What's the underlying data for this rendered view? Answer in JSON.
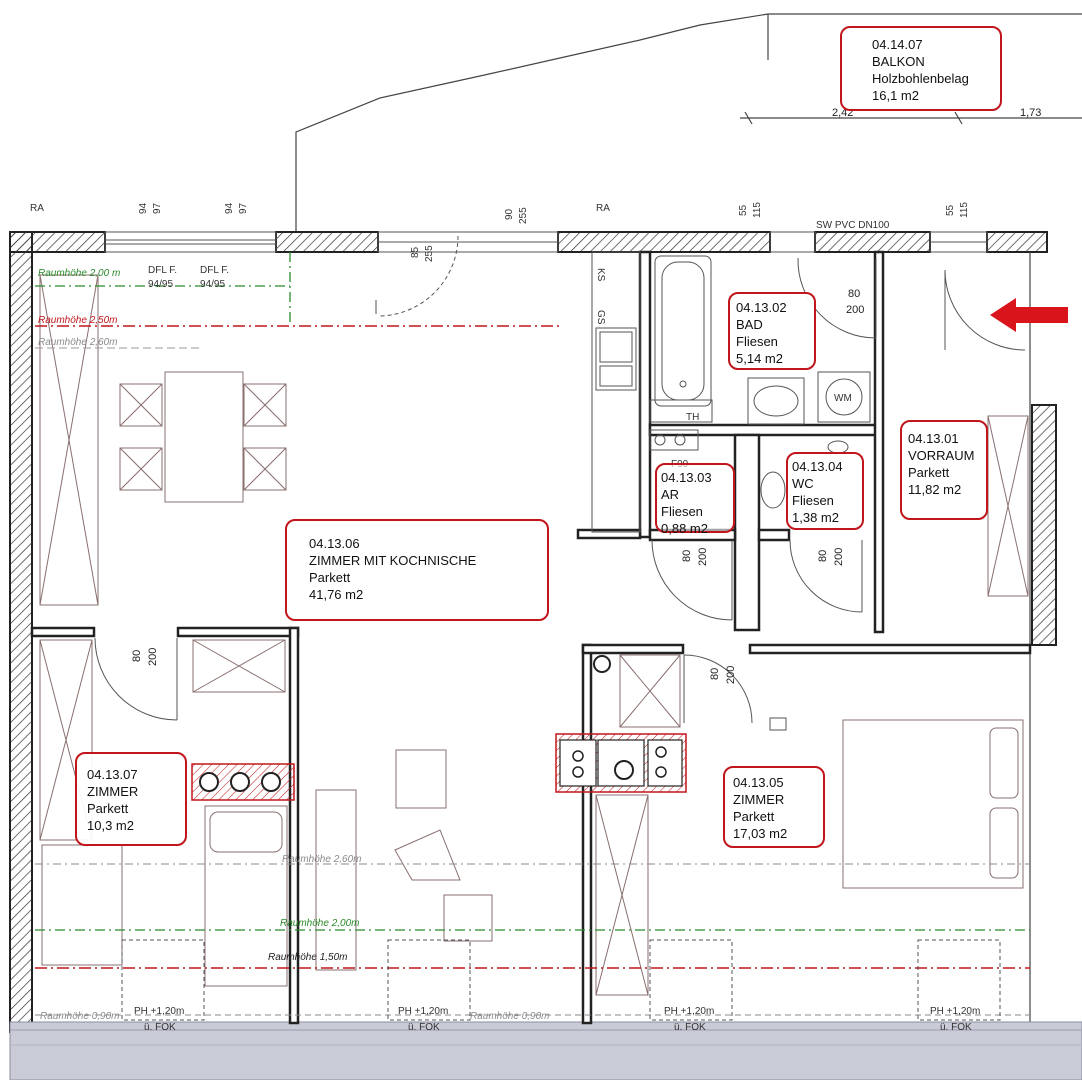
{
  "rooms": {
    "balkon": {
      "code": "04.14.07",
      "name": "BALKON",
      "floor": "Holzbohlenbelag",
      "area": "16,1 m2"
    },
    "bad": {
      "code": "04.13.02",
      "name": "BAD",
      "floor": "Fliesen",
      "area": "5,14 m2"
    },
    "vorraum": {
      "code": "04.13.01",
      "name": "VORRAUM",
      "floor": "Parkett",
      "area": "11,82 m2"
    },
    "ar": {
      "code": "04.13.03",
      "name": "AR",
      "floor": "Fliesen",
      "area": "0,88 m2"
    },
    "wc": {
      "code": "04.13.04",
      "name": "WC",
      "floor": "Fliesen",
      "area": "1,38 m2"
    },
    "wohnen": {
      "code": "04.13.06",
      "name": "ZIMMER MIT KOCHNISCHE",
      "floor": "Parkett",
      "area": "41,76 m2"
    },
    "zimmer7": {
      "code": "04.13.07",
      "name": "ZIMMER",
      "floor": "Parkett",
      "area": "10,3 m2"
    },
    "zimmer5": {
      "code": "04.13.05",
      "name": "ZIMMER",
      "floor": "Parkett",
      "area": "17,03 m2"
    }
  },
  "dimensions": {
    "balkon_left": "2,42",
    "balkon_right": "1,73",
    "win1_w": "94",
    "win1_h": "97",
    "win2_w": "94",
    "win2_h": "97",
    "door_w": "90",
    "door_h": "255",
    "win3_w": "55",
    "win3_h": "115",
    "win4_w": "55",
    "win4_h": "115",
    "terrace_door_w": "85",
    "terrace_door_h": "255",
    "bad_door_w": "80",
    "bad_door_h": "200",
    "ar_door_w": "80",
    "ar_door_h": "200",
    "wc_door_w": "80",
    "wc_door_h": "200",
    "z7_door_w": "80",
    "z7_door_h": "200",
    "z5_door_w": "80",
    "z5_door_h": "200"
  },
  "annotations": {
    "ra_left": "RA",
    "ra_right": "RA",
    "dfl1_a": "DFL F.",
    "dfl1_b": "94/95",
    "dfl2_a": "DFL F.",
    "dfl2_b": "94/95",
    "pipe": "SW PVC DN100",
    "ks": "KS",
    "gs": "GS",
    "th": "TH",
    "wm": "WM",
    "f90": "F90",
    "ph1_a": "PH +1,20m",
    "ph1_b": "ü. FOK",
    "ph2_a": "PH +1,20m",
    "ph2_b": "ü. FOK",
    "ph3_a": "PH +1,20m",
    "ph3_b": "ü. FOK",
    "ph4_a": "PH +1,20m",
    "ph4_b": "ü. FOK"
  },
  "heights": {
    "rh_200_top": "Raumhöhe 2,00 m",
    "rh_250": "Raumhöhe 2,50m",
    "rh_260_top": "Raumhöhe 2,60m",
    "rh_260_mid": "Raumhöhe 2,60m",
    "rh_200_mid": "Raumhöhe 2,00m",
    "rh_150": "Raumhöhe 1,50m",
    "rh_090_left": "Raumhöhe 0,90m",
    "rh_090_mid": "Raumhöhe 0,90m"
  },
  "colors": {
    "label_border": "#c0161c",
    "entrance_arrow": "#d9151b",
    "height_200": "#2a8a2a",
    "height_250": "#c0161c",
    "height_260": "#8a8a8a"
  },
  "icons": {
    "entrance": "red-arrow-left-icon"
  }
}
